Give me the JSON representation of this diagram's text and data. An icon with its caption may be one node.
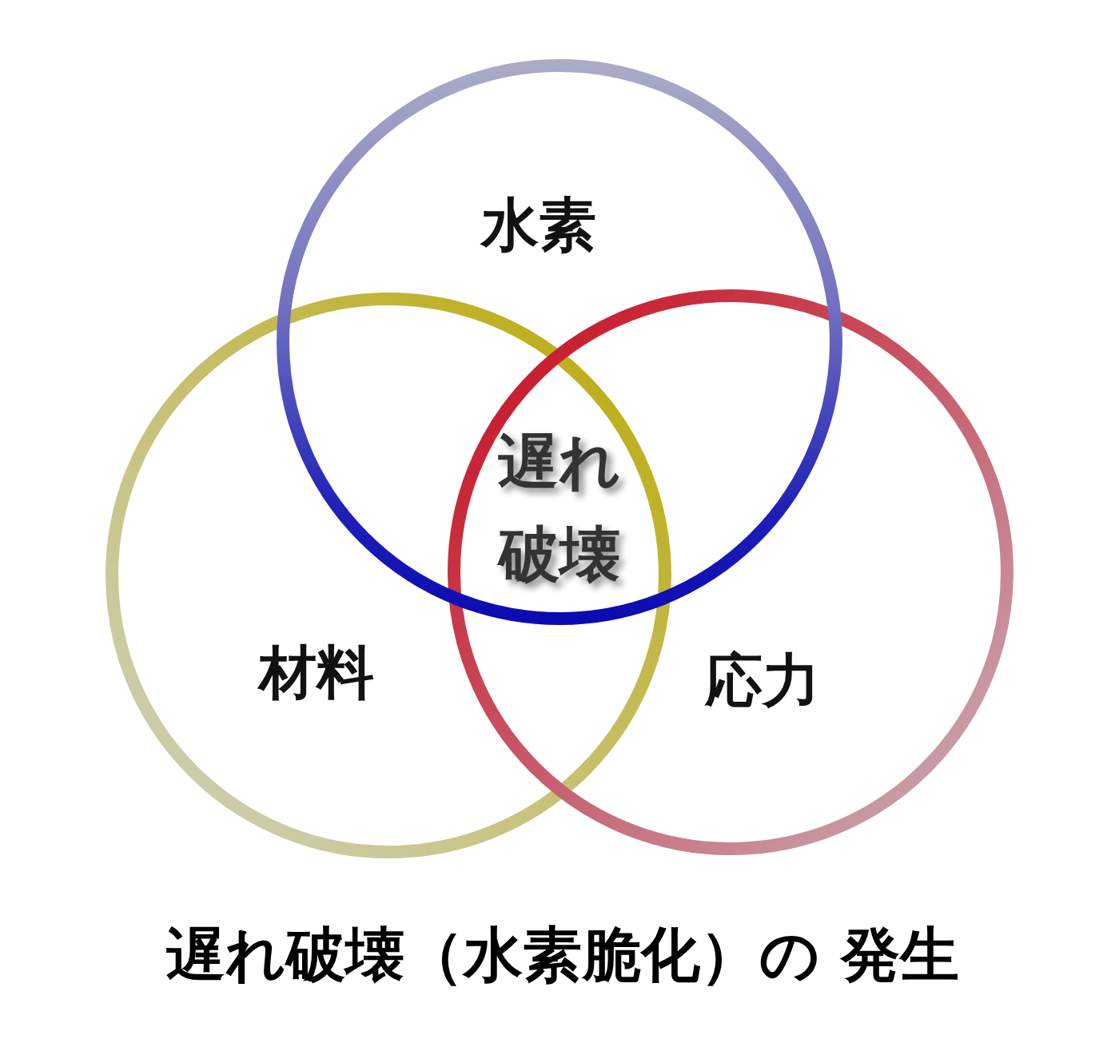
{
  "diagram": {
    "caption": "遅れ破壊（水素脆化）の 発生",
    "nodes": [
      {
        "text": [
          "水素"
        ]
      },
      {
        "text": [
          "材料"
        ]
      },
      {
        "text": [
          "応力"
        ]
      }
    ],
    "labels": [
      "遅れ破壊"
    ]
  }
}
